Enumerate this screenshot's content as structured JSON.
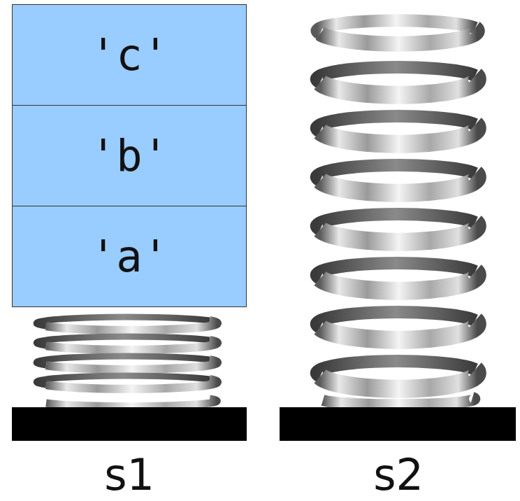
{
  "diagram": {
    "nodes": [
      {
        "text": [
          "'c'"
        ]
      },
      {
        "text": [
          "'b'"
        ]
      },
      {
        "text": [
          "'a'"
        ]
      }
    ],
    "labels": [
      "s1",
      "s2"
    ]
  }
}
